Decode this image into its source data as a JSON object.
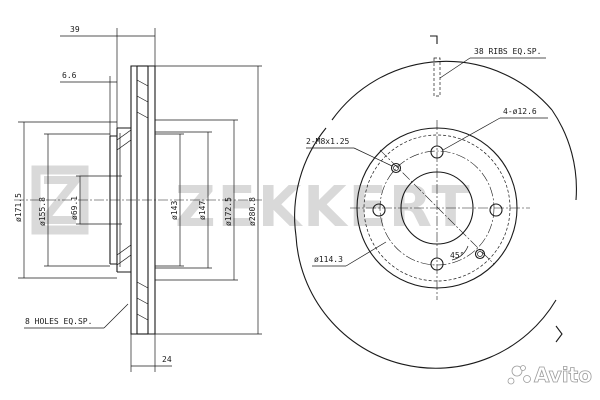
{
  "watermark": {
    "brand": "ZEKKERT"
  },
  "marketplace_badge": {
    "label": "Avito"
  },
  "side_view": {
    "dim_total_width": "39",
    "dim_hat_depth": "6.6",
    "dim_thickness": "24",
    "dim_d1": "ø171.5",
    "dim_d2": "ø155.8",
    "dim_d3": "ø69.1",
    "dim_d4": "ø143",
    "dim_d5": "ø147",
    "dim_d6": "ø172.5",
    "dim_d7": "ø280.8",
    "note_holes": "8 HOLES EQ.SP."
  },
  "front_view": {
    "note_ribs": "38 RIBS EQ.SP.",
    "note_bolt_holes": "4-ø12.6",
    "note_threads": "2-M8x1.25",
    "note_pcd": "ø114.3",
    "note_angle": "45°"
  },
  "colors": {
    "line": "#1a1a1a",
    "watermark": "#d9d9d9"
  }
}
